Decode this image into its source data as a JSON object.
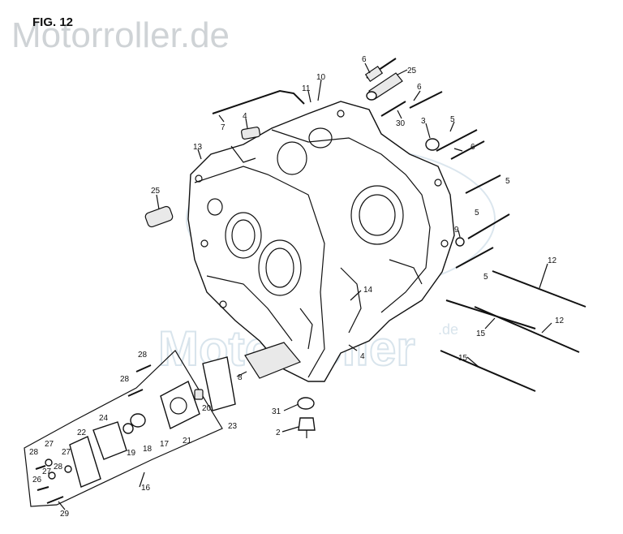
{
  "figure_label": "FIG. 12",
  "watermark": {
    "top": "Motorroller.de",
    "center": "Motorroller",
    "small": ".de"
  },
  "callouts": {
    "c1": "6",
    "c2": "25",
    "c3": "6",
    "c4": "11",
    "c5": "10",
    "c6": "7",
    "c7": "4",
    "c8": "30",
    "c9": "3",
    "c10": "5",
    "c11": "6",
    "c12": "5",
    "c13": "13",
    "c14": "25",
    "c15": "5",
    "c16": "9",
    "c17": "5",
    "c18": "12",
    "c19": "14",
    "c20": "15",
    "c21": "12",
    "c22": "4",
    "c23": "15",
    "c24": "28",
    "c25": "28",
    "c26": "24",
    "c27": "22",
    "c28": "20",
    "c29": "8",
    "c30": "23",
    "c31": "19",
    "c32": "18",
    "c33": "17",
    "c34": "21",
    "c35": "31",
    "c36": "2",
    "c37": "28",
    "c38": "27",
    "c39": "27",
    "c40": "28",
    "c41": "27",
    "c42": "26",
    "c43": "16",
    "c44": "29"
  }
}
